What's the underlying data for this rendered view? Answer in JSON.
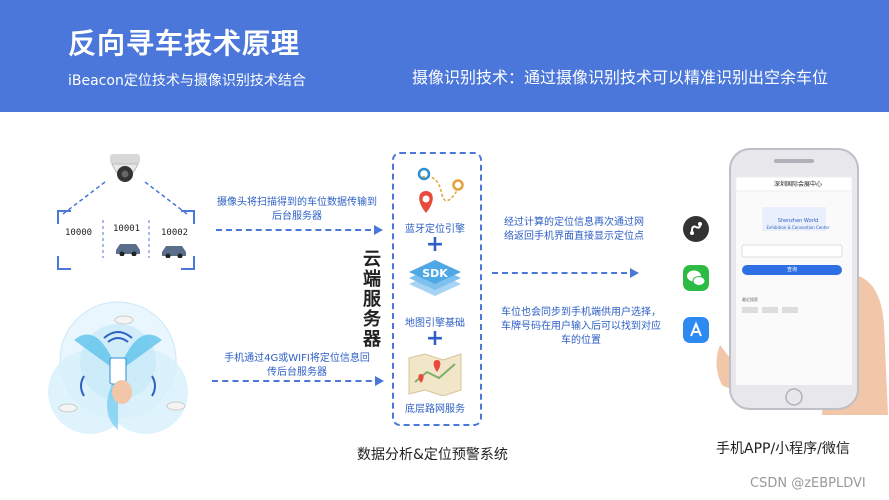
{
  "header": {
    "title": "反向寻车技术原理",
    "subtitle": "iBeacon定位技术与摄像识别技术结合",
    "right_text": "摄像识别技术：通过摄像识别技术可以精准识别出空余车位"
  },
  "parking": {
    "lots": [
      "10000",
      "10001",
      "10002"
    ]
  },
  "flows": {
    "camera_to_server": "摄像头将扫描得到的车位数据传输到后台服务器",
    "phone_to_server": "手机通过4G或WIFI将定位信息回传后台服务器",
    "server_to_phone_top": "经过计算的定位信息再次通过网络返回手机界面直接显示定位点",
    "server_to_phone_bottom": "车位也会同步到手机端供用户选择，车牌号码在用户输入后可以找到对应车的位置"
  },
  "cloud": {
    "label": "云端服务器",
    "modules": [
      "蓝牙定位引擎",
      "地图引擎基础",
      "底层路网服务"
    ],
    "sdk_text": "SDK",
    "plus": "+"
  },
  "captions": {
    "bottom_center": "数据分析&定位预警系统",
    "bottom_right": "手机APP/小程序/微信"
  },
  "phone": {
    "header_title": "深圳国际会展中心",
    "logo_text": "Shenzhen World",
    "logo_sub": "Exhibition & Convention Center",
    "button_label": "查询",
    "section_label": "最近搜索"
  },
  "watermark": "CSDN @zEBPLDVI",
  "colors": {
    "header_bg": "#4a77d9",
    "accent": "#2d5fc4"
  }
}
